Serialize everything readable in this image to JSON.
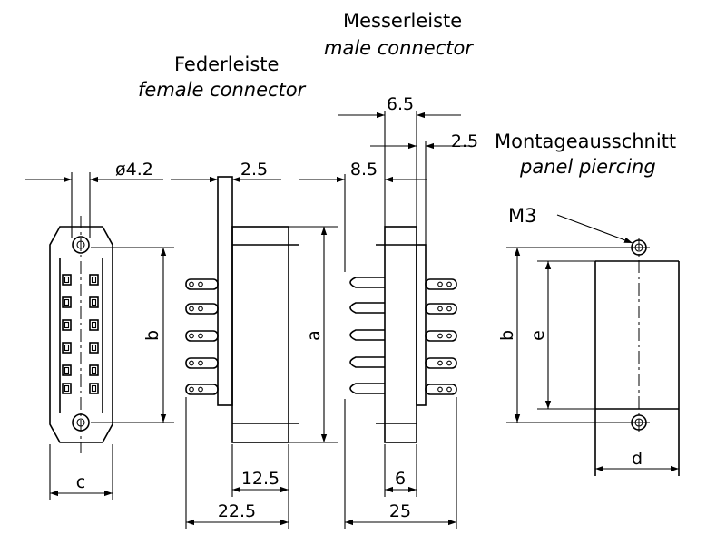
{
  "titles": {
    "male_de": "Messerleiste",
    "male_en": "male connector",
    "female_de": "Federleiste",
    "female_en": "female connector",
    "panel_de": "Montageausschnitt",
    "panel_en": "panel piercing"
  },
  "dimensions": {
    "hole_dia": "ø4.2",
    "female_pitch": "2.5",
    "male_offset": "8.5",
    "male_top_width": "6.5",
    "male_pin_offset": "2.5",
    "thread": "M3",
    "height_b": "b",
    "height_a": "a",
    "height_e": "e",
    "width_c": "c",
    "width_d": "d",
    "female_body": "12.5",
    "female_total": "22.5",
    "male_body": "6",
    "male_total": "25"
  }
}
